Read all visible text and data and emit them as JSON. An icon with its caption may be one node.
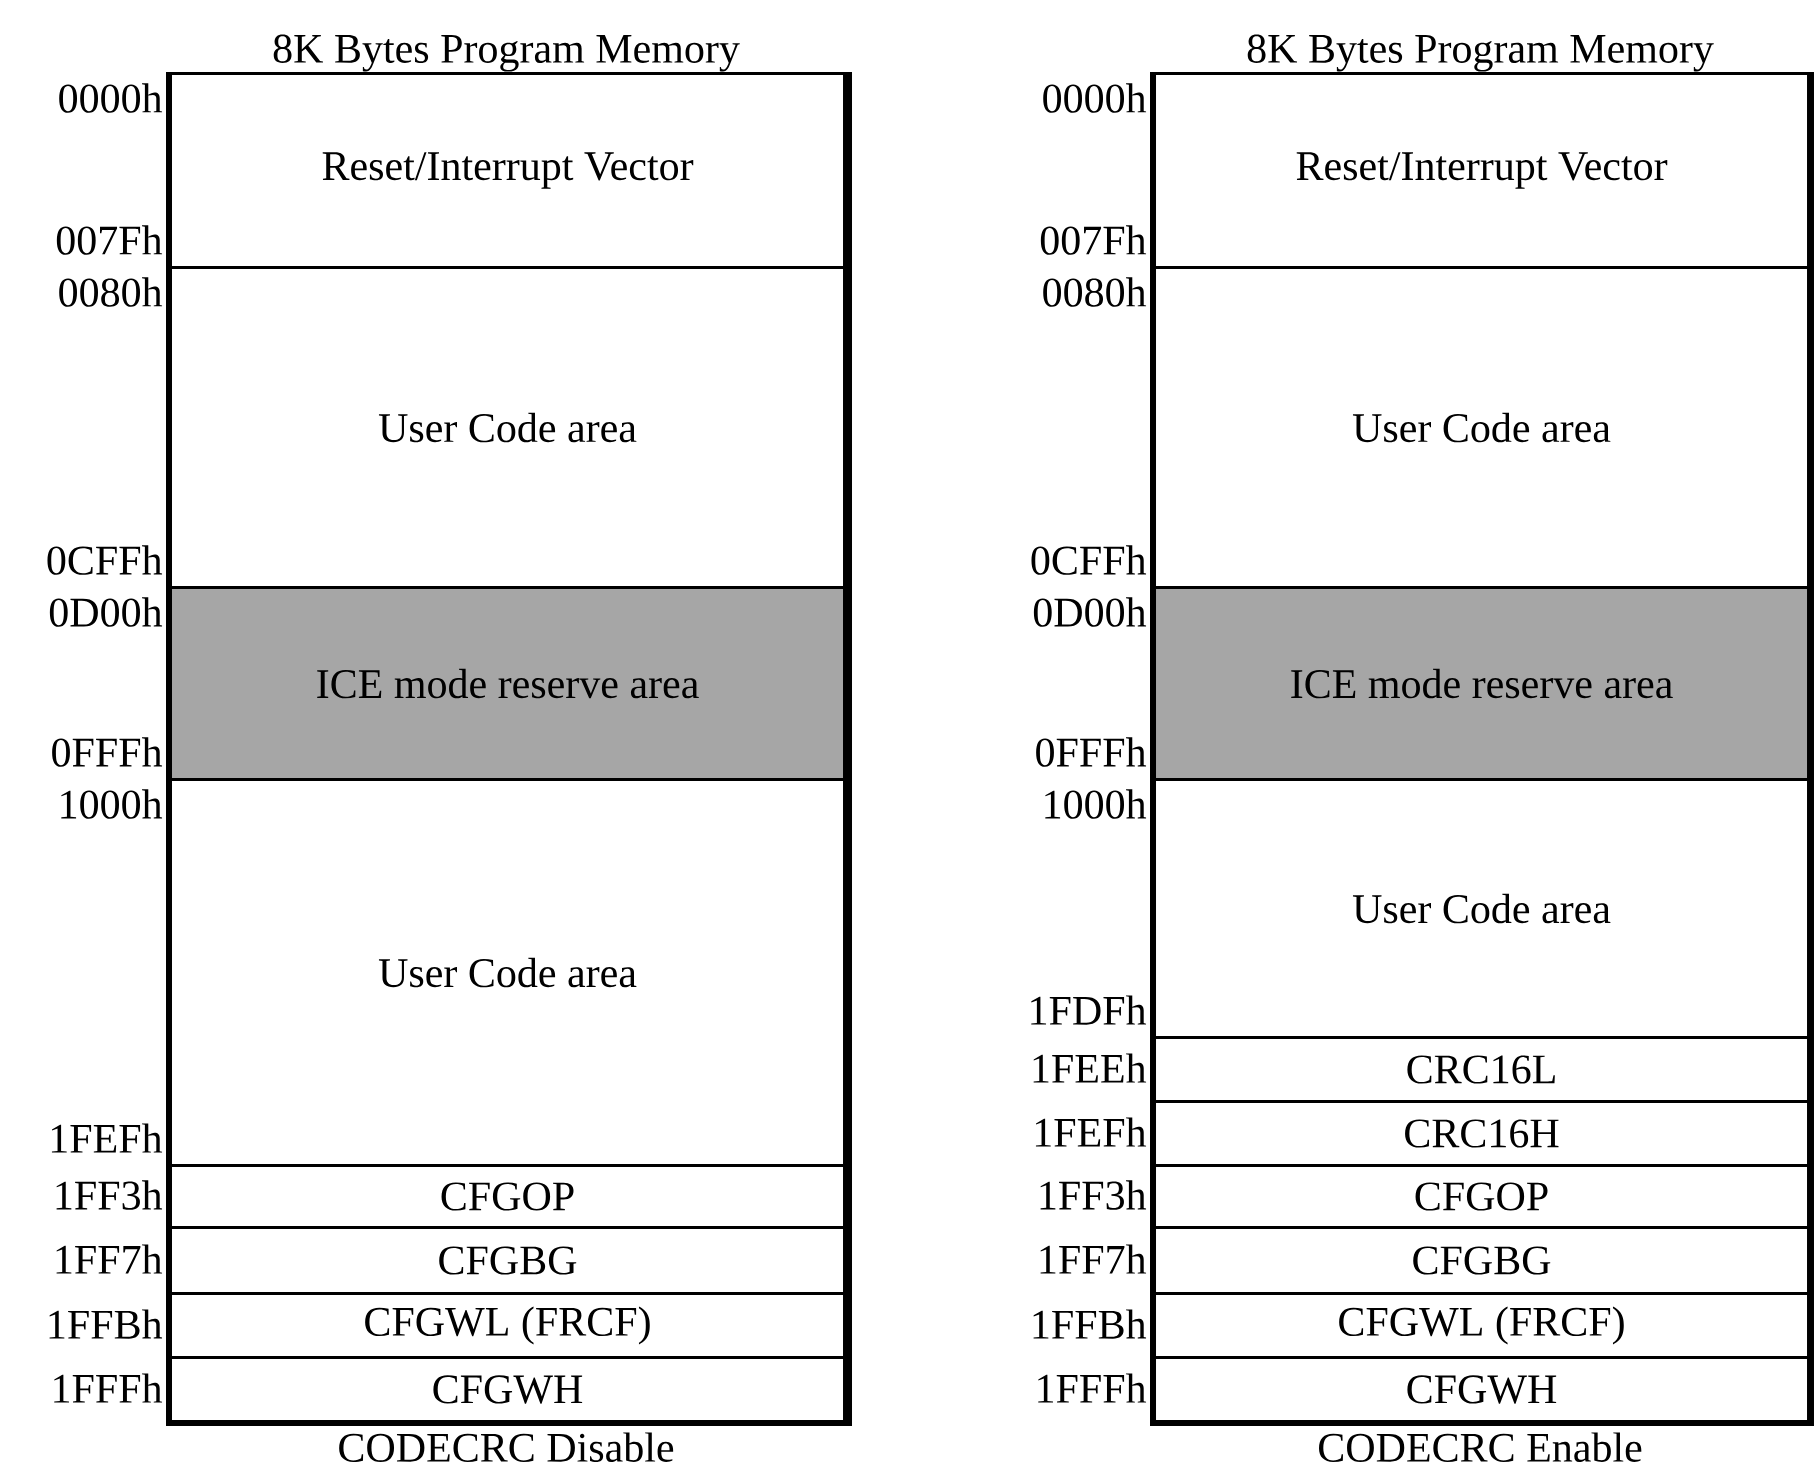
{
  "diagram": {
    "nodes": [
      {
        "text": [
          "8K Bytes Program Memory"
        ],
        "beside": [
          "CODECRC Disable"
        ]
      },
      {
        "text": [
          "Reset/Interrupt Vector"
        ],
        "in": 0,
        "beside": [
          "0000h",
          "007Fh"
        ]
      },
      {
        "text": [
          "User Code area"
        ],
        "in": 0,
        "beside": [
          "0080h",
          "0CFFh"
        ]
      },
      {
        "text": [
          "ICE mode reserve area"
        ],
        "in": 0,
        "beside": [
          "0D00h",
          "0FFFh"
        ]
      },
      {
        "text": [
          "User Code area"
        ],
        "in": 0,
        "beside": [
          "1000h",
          "1FEFh"
        ]
      },
      {
        "text": [
          "CFGOP"
        ],
        "in": 0,
        "beside": [
          "1FF3h"
        ]
      },
      {
        "text": [
          "CFGBG"
        ],
        "in": 0,
        "beside": [
          "1FF7h"
        ]
      },
      {
        "text": [
          "CFGWL (FRCF)"
        ],
        "in": 0,
        "beside": [
          "1FFBh"
        ]
      },
      {
        "text": [
          "CFGWH"
        ],
        "in": 0,
        "beside": [
          "1FFFh"
        ]
      },
      {
        "text": [
          "8K Bytes Program Memory"
        ],
        "beside": [
          "CODECRC Enable"
        ]
      },
      {
        "text": [
          "Reset/Interrupt Vector"
        ],
        "in": 9,
        "beside": [
          "0000h",
          "007Fh"
        ]
      },
      {
        "text": [
          "User Code area"
        ],
        "in": 9,
        "beside": [
          "0080h",
          "0CFFh"
        ]
      },
      {
        "text": [
          "ICE mode reserve area"
        ],
        "in": 9,
        "beside": [
          "0D00h",
          "0FFFh"
        ]
      },
      {
        "text": [
          "User Code area"
        ],
        "in": 9,
        "beside": [
          "1000h",
          "1FDFh"
        ]
      },
      {
        "text": [
          "CRC16L"
        ],
        "in": 9,
        "beside": [
          "1FEEh"
        ]
      },
      {
        "text": [
          "CRC16H"
        ],
        "in": 9,
        "beside": [
          "1FEFh"
        ]
      },
      {
        "text": [
          "CFGOP"
        ],
        "in": 9,
        "beside": [
          "1FF3h"
        ]
      },
      {
        "text": [
          "CFGBG"
        ],
        "in": 9,
        "beside": [
          "1FF7h"
        ]
      },
      {
        "text": [
          "CFGWL (FRCF)"
        ],
        "in": 9,
        "beside": [
          "1FFBh"
        ]
      },
      {
        "text": [
          "CFGWH"
        ],
        "in": 9,
        "beside": [
          "1FFFh"
        ]
      }
    ]
  }
}
